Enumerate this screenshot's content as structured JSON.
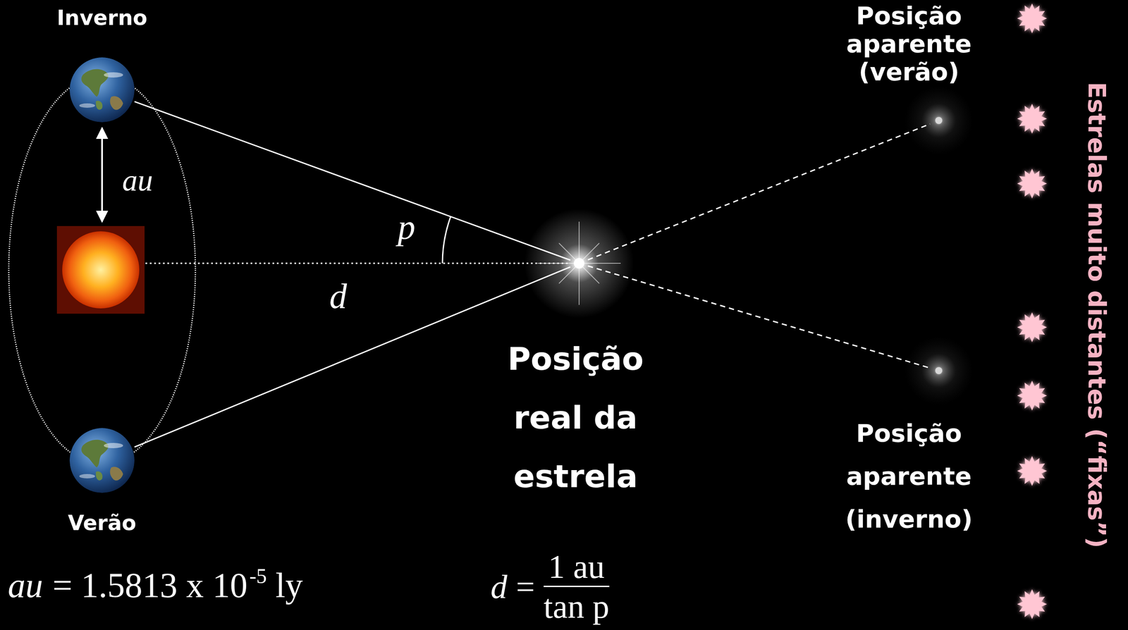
{
  "diagram": {
    "nodes": [
      {
        "text": [
          "Inverno"
        ]
      },
      {
        "text": [
          "Verão"
        ]
      },
      {
        "text": [
          "Posição real da estrela"
        ]
      },
      {
        "text": [
          "Posição aparente (verão)"
        ]
      },
      {
        "text": [
          "Posição aparente (inverno)"
        ]
      }
    ],
    "edges": [
      {
        "from": 0,
        "to": 2,
        "arrow": "none"
      },
      {
        "from": 1,
        "to": 2,
        "arrow": "none"
      },
      {
        "from": 2,
        "to": 3,
        "arrow": "none"
      },
      {
        "from": 2,
        "to": 4,
        "arrow": "none"
      }
    ],
    "labels": [
      "au",
      "p",
      "d",
      "Estrelas muito distantes (“fixas”)",
      "au",
      "= 1.5813 x 10",
      "-5",
      "ly",
      "d",
      "=",
      "1 au",
      "tan p"
    ]
  }
}
